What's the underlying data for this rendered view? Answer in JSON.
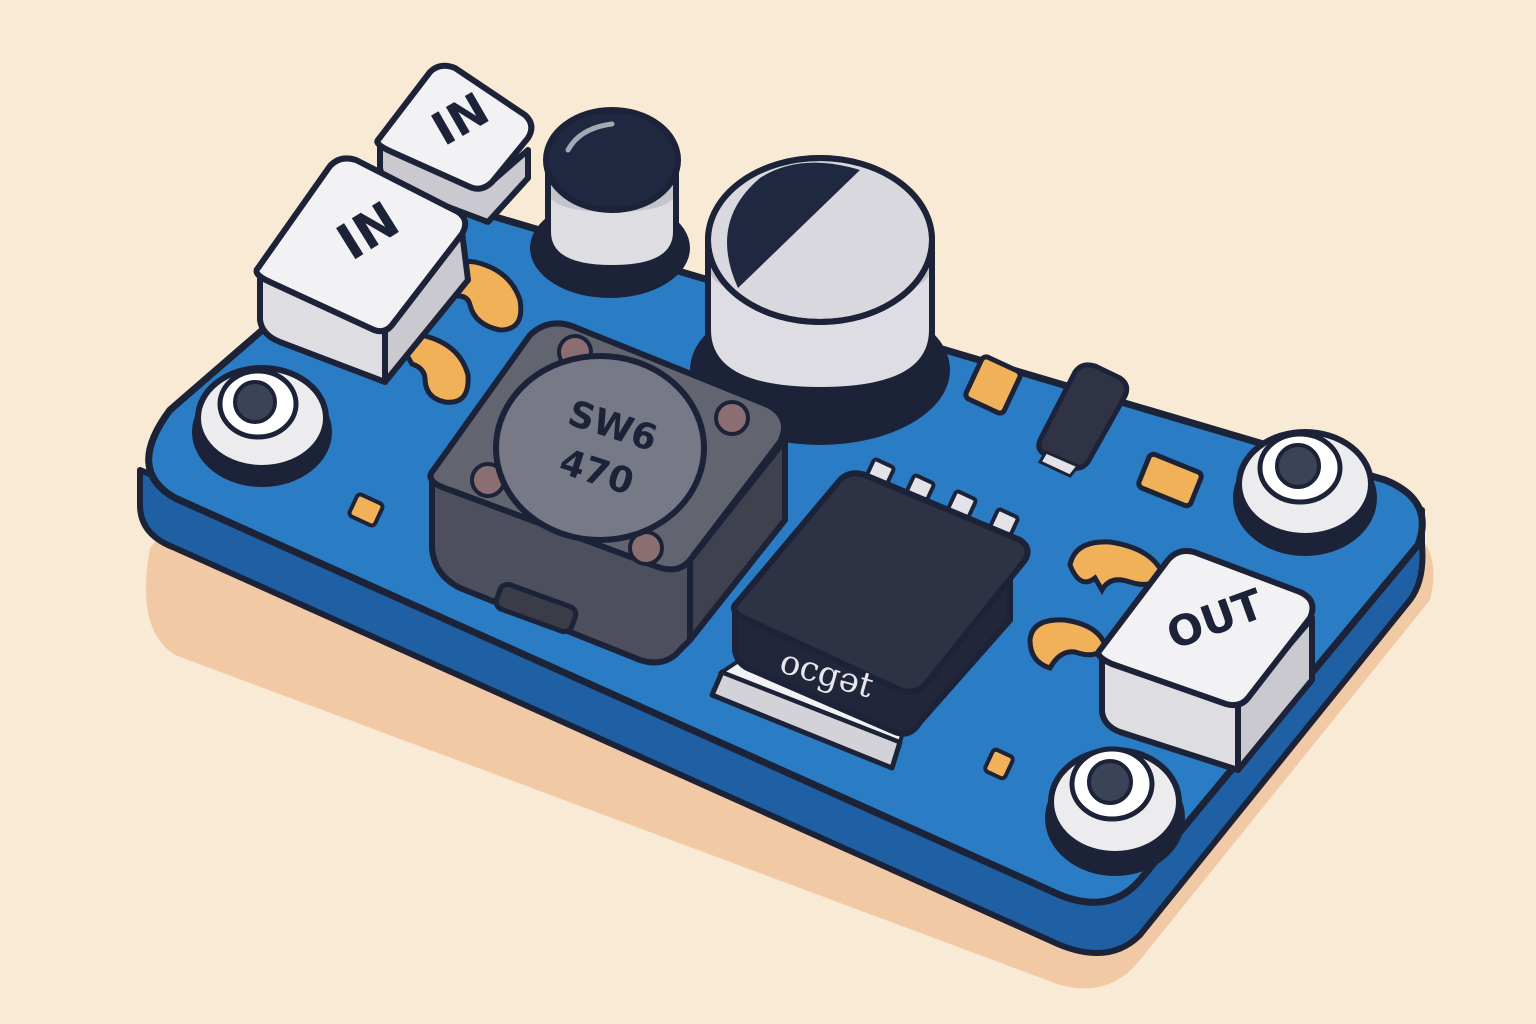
{
  "board": {
    "terminals": {
      "input_top_label": "IN",
      "input_bottom_label": "IN",
      "output_label": "OUT"
    },
    "inductor": {
      "marking_line1": "SW6",
      "marking_line2": "470"
    },
    "chip": {
      "marking": "ocgət"
    }
  },
  "colors": {
    "background": "#f9ead6",
    "pcb": "#2a7cc4",
    "pcb_edge": "#1f5fa3",
    "outline": "#1c2338",
    "pad": "#f0b158",
    "terminal": "#ecebee",
    "inductor": "#5a5c6c",
    "chip": "#2c3042"
  }
}
